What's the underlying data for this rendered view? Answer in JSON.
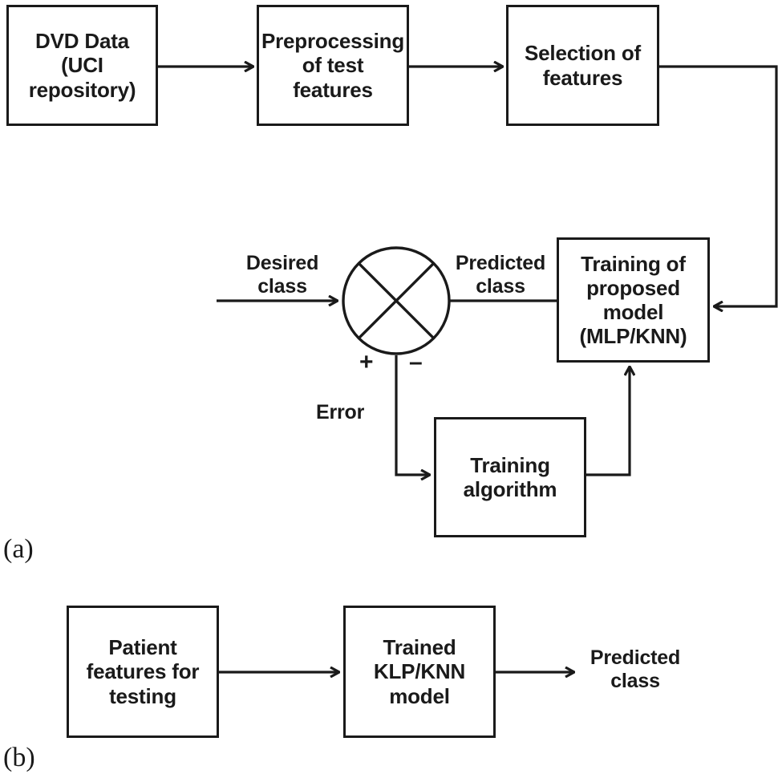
{
  "figure": {
    "panels": [
      {
        "id": "a",
        "label": "(a)"
      },
      {
        "id": "b",
        "label": "(b)"
      }
    ]
  },
  "panel_a": {
    "boxes": [
      {
        "name": "dvd-data-box",
        "text": "DVD Data\n(UCI\nrepository)"
      },
      {
        "name": "preprocessing-box",
        "text": "Preprocessing\nof test\nfeatures"
      },
      {
        "name": "selection-box",
        "text": "Selection of\nfeatures"
      },
      {
        "name": "training-model-box",
        "text": "Training of\nproposed\nmodel\n(MLP/KNN)"
      },
      {
        "name": "training-algorithm-box",
        "text": "Training\nalgorithm"
      }
    ],
    "labels": {
      "desired_class": "Desired\nclass",
      "predicted_class": "Predicted\nclass",
      "error": "Error",
      "plus_sign": "+",
      "minus_sign": "–"
    },
    "summing_junction": "summing-junction-circle"
  },
  "panel_b": {
    "boxes": [
      {
        "name": "patient-features-box",
        "text": "Patient\nfeatures for\ntesting"
      },
      {
        "name": "trained-model-box",
        "text": "Trained\nKLP/KNN\nmodel"
      }
    ],
    "labels": {
      "predicted_class": "Predicted\nclass"
    }
  },
  "style": {
    "stroke_color": "#1a1a1a",
    "background": "#ffffff"
  }
}
